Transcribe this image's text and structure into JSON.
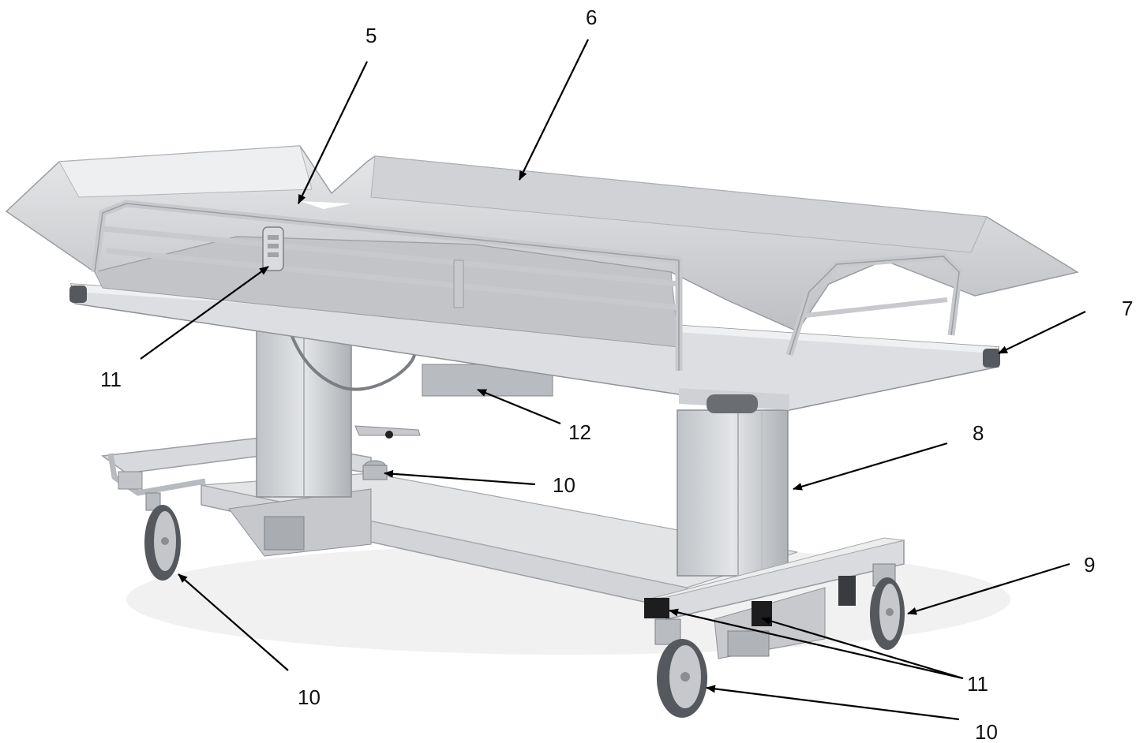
{
  "callouts": {
    "c5": "5",
    "c6": "6",
    "c7": "7",
    "c8": "8",
    "c9": "9",
    "c10a": "10",
    "c10b": "10",
    "c10c": "10",
    "c11a": "11",
    "c11b": "11",
    "c12": "12"
  },
  "colors": {
    "frame": "#d4d6d9",
    "frame_dark": "#9da0a4",
    "mattress": "#c9cbce",
    "mattress_light": "#e4e5e7",
    "wheel": "#5a5d61",
    "caster_block": "#1d1d1f",
    "leader": "#000000"
  }
}
